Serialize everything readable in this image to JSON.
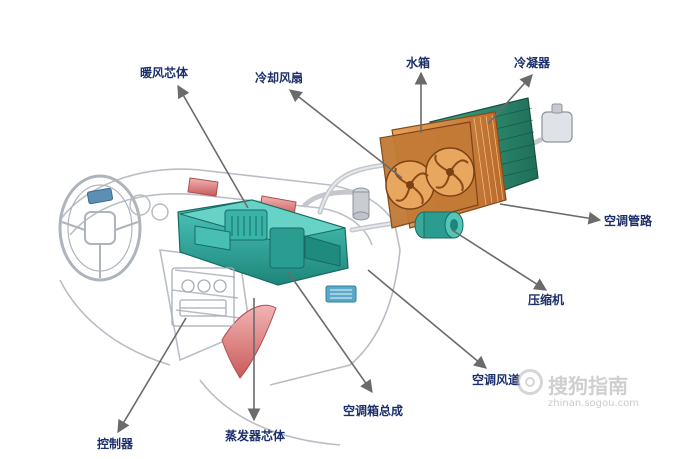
{
  "labels": {
    "heater_core": "暖风芯体",
    "cooling_fan": "冷却风扇",
    "radiator": "水箱",
    "condenser": "冷凝器",
    "ac_pipes": "空调管路",
    "compressor": "压缩机",
    "ac_duct": "空调风道",
    "ac_box_assembly": "空调箱总成",
    "evaporator_core": "蒸发器芯体",
    "controller": "控制器"
  },
  "watermark": {
    "brand": "搜狗指南",
    "url": "zhinan.sogou.com"
  },
  "colors": {
    "label_text": "#1c2f6b",
    "arrow": "#6b6b6b",
    "hvac_teal": "#2aa79a",
    "condenser_green": "#2f8f74",
    "radiator_orange": "#d9893b",
    "vent_red": "#d98080"
  }
}
